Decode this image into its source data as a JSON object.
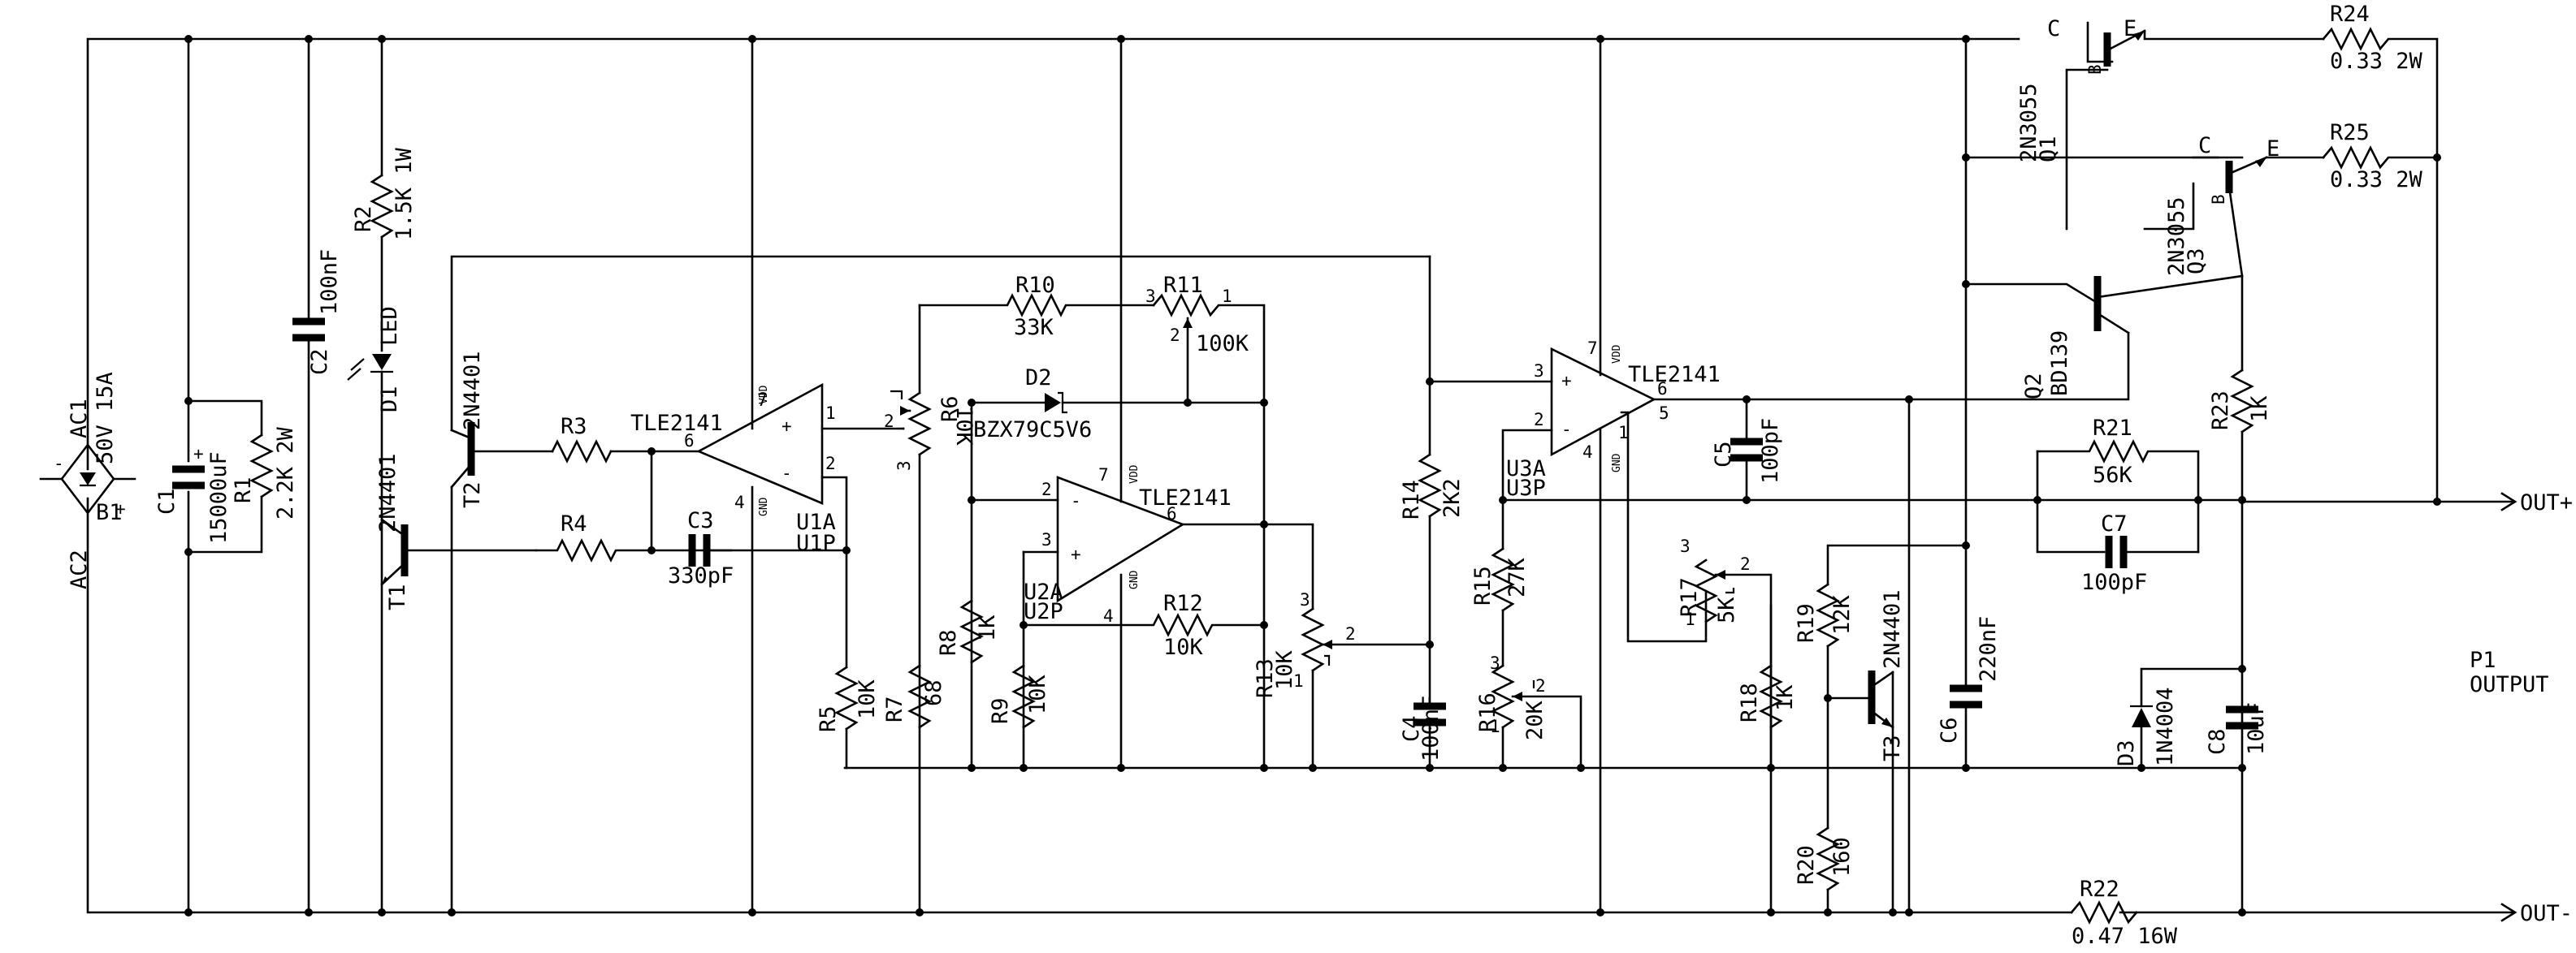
{
  "components": {
    "B1": {
      "ref": "B1",
      "v1": "50V 15A",
      "ac1": "AC1",
      "ac2": "AC2"
    },
    "C1": {
      "ref": "C1",
      "value": "15000uF"
    },
    "R1": {
      "ref": "R1",
      "value": "2.2K 2W"
    },
    "C2": {
      "ref": "C2",
      "value": "100nF"
    },
    "R2": {
      "ref": "R2",
      "value": "1.5K 1W"
    },
    "D1": {
      "ref": "D1",
      "value": "LED"
    },
    "T1": {
      "ref": "T1",
      "value": "2N4401"
    },
    "T2": {
      "ref": "T2",
      "value": "2N4401"
    },
    "R3": {
      "ref": "R3"
    },
    "R4": {
      "ref": "R4"
    },
    "C3": {
      "ref": "C3",
      "value": "330pF"
    },
    "U1A": {
      "ref": "U1A",
      "value": "TLE2141",
      "pwr": "U1P",
      "pins": {
        "p7": "7",
        "p6": "6",
        "p1": "1",
        "p2": "2",
        "p4": "4"
      }
    },
    "R5": {
      "ref": "R5",
      "value": "10K"
    },
    "R6": {
      "ref": "R6",
      "value": "10K"
    },
    "R7": {
      "ref": "R7",
      "value": "68"
    },
    "R10": {
      "ref": "R10",
      "value": "33K"
    },
    "R11": {
      "ref": "R11",
      "value": "100K"
    },
    "D2": {
      "ref": "D2",
      "value": "BZX79C5V6"
    },
    "U2A": {
      "ref": "U2A",
      "value": "TLE2141",
      "pwr": "U2P",
      "pins": {
        "p7": "7",
        "p6": "6",
        "p2": "2",
        "p3": "3",
        "p4": "4"
      }
    },
    "R8": {
      "ref": "R8",
      "value": "1K"
    },
    "R9": {
      "ref": "R9",
      "value": "10K"
    },
    "R12": {
      "ref": "R12",
      "value": "10K"
    },
    "R13": {
      "ref": "R13",
      "value": "10K"
    },
    "R14": {
      "ref": "R14",
      "value": "2K2"
    },
    "C4": {
      "ref": "C4",
      "value": "100nF"
    },
    "U3A": {
      "ref": "U3A",
      "value": "TLE2141",
      "pwr": "U3P",
      "pins": {
        "p7": "7",
        "p6": "6",
        "p5": "5",
        "p1": "1",
        "p2": "2",
        "p3": "3",
        "p4": "4"
      }
    },
    "R15": {
      "ref": "R15",
      "value": "27K"
    },
    "R16": {
      "ref": "R16",
      "value": "20K"
    },
    "R17": {
      "ref": "R17",
      "value": "5K"
    },
    "C5": {
      "ref": "C5",
      "value": "100pF"
    },
    "Q1": {
      "ref": "Q1",
      "value": "2N3055"
    },
    "Q2": {
      "ref": "Q2",
      "value": "BD139"
    },
    "Q3": {
      "ref": "Q3",
      "value": "2N3055"
    },
    "R18": {
      "ref": "R18",
      "value": "1K"
    },
    "R19": {
      "ref": "R19",
      "value": "12K"
    },
    "R20": {
      "ref": "R20",
      "value": "160"
    },
    "T3": {
      "ref": "T3",
      "value": "2N4401"
    },
    "C6": {
      "ref": "C6",
      "value": "220nF"
    },
    "R21": {
      "ref": "R21",
      "value": "56K"
    },
    "C7": {
      "ref": "C7",
      "value": "100pF"
    },
    "R22": {
      "ref": "R22",
      "value": "0.47 16W"
    },
    "R23": {
      "ref": "R23",
      "value": "1K"
    },
    "R24": {
      "ref": "R24",
      "value": "0.33 2W"
    },
    "R25": {
      "ref": "R25",
      "value": "0.33 2W"
    },
    "D3": {
      "ref": "D3",
      "value": "1N4004"
    },
    "C8": {
      "ref": "C8",
      "value": "10uF"
    }
  },
  "pins": {
    "c": "C",
    "e": "E",
    "b": "B",
    "vdd": "VDD",
    "gnd": "GND",
    "p1": "1",
    "p2": "2",
    "p3": "3",
    "plus": "+",
    "minus": "-"
  },
  "output": {
    "ref": "P1",
    "label": "OUTPUT",
    "pos": "OUT+",
    "neg": "OUT-"
  }
}
